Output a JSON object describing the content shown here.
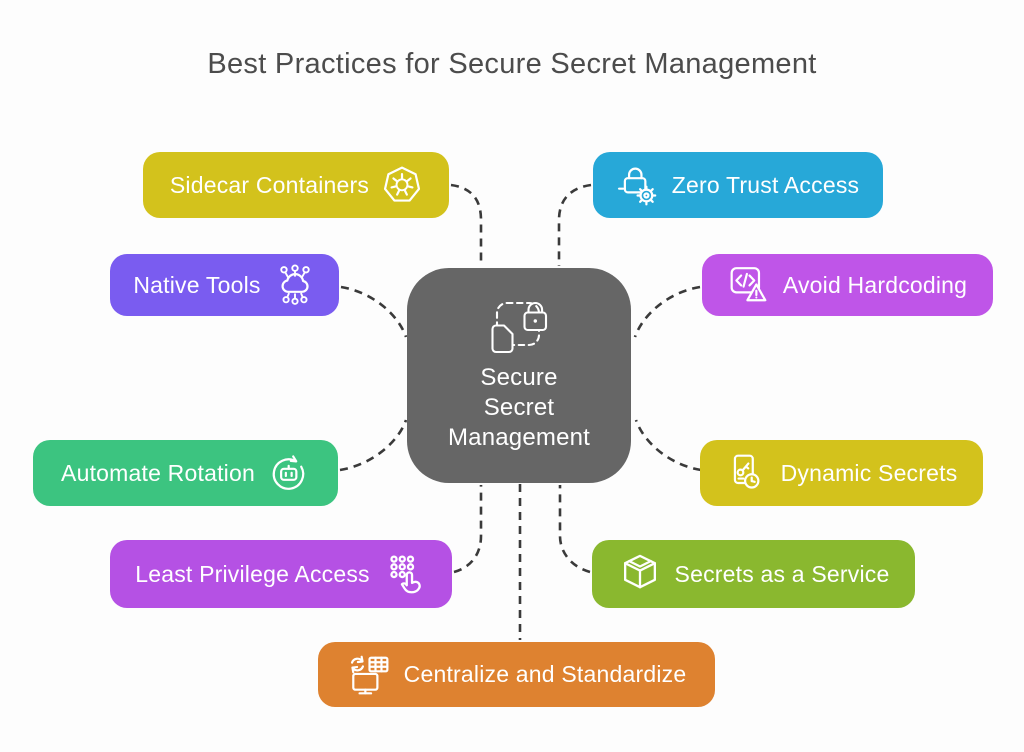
{
  "title": "Best Practices for Secure Secret Management",
  "colors": {
    "connector": "#3a3a3a",
    "title_text": "#4c4c4c",
    "background": "#fdfdfd"
  },
  "center": {
    "label": "Secure Secret Management",
    "lines": [
      "Secure",
      "Secret",
      "Management"
    ],
    "color": "#666666",
    "icon": "lock-document-icon"
  },
  "nodes": [
    {
      "id": "sidecar-containers",
      "label": "Sidecar Containers",
      "color": "#d3c21c",
      "icon": "kubernetes-icon",
      "icon_side": "right"
    },
    {
      "id": "zero-trust-access",
      "label": "Zero Trust Access",
      "color": "#27a8d8",
      "icon": "lock-gear-icon",
      "icon_side": "left"
    },
    {
      "id": "native-tools",
      "label": "Native Tools",
      "color": "#7a5cf0",
      "icon": "cloud-network-icon",
      "icon_side": "right"
    },
    {
      "id": "avoid-hardcoding",
      "label": "Avoid Hardcoding",
      "color": "#bf55e8",
      "icon": "code-warning-icon",
      "icon_side": "left"
    },
    {
      "id": "automate-rotation",
      "label": "Automate Rotation",
      "color": "#3cc480",
      "icon": "robot-rotation-icon",
      "icon_side": "right"
    },
    {
      "id": "dynamic-secrets",
      "label": "Dynamic Secrets",
      "color": "#d3c21c",
      "icon": "key-clock-icon",
      "icon_side": "left"
    },
    {
      "id": "least-privilege-access",
      "label": "Least Privilege Access",
      "color": "#b551e4",
      "icon": "keypad-hand-icon",
      "icon_side": "right"
    },
    {
      "id": "secrets-as-a-service",
      "label": "Secrets as a Service",
      "color": "#8ab82f",
      "icon": "cube-icon",
      "icon_side": "left"
    },
    {
      "id": "centralize-and-standardize",
      "label": "Centralize and Standardize",
      "color": "#de8230",
      "icon": "monitor-sync-icon",
      "icon_side": "left"
    }
  ]
}
